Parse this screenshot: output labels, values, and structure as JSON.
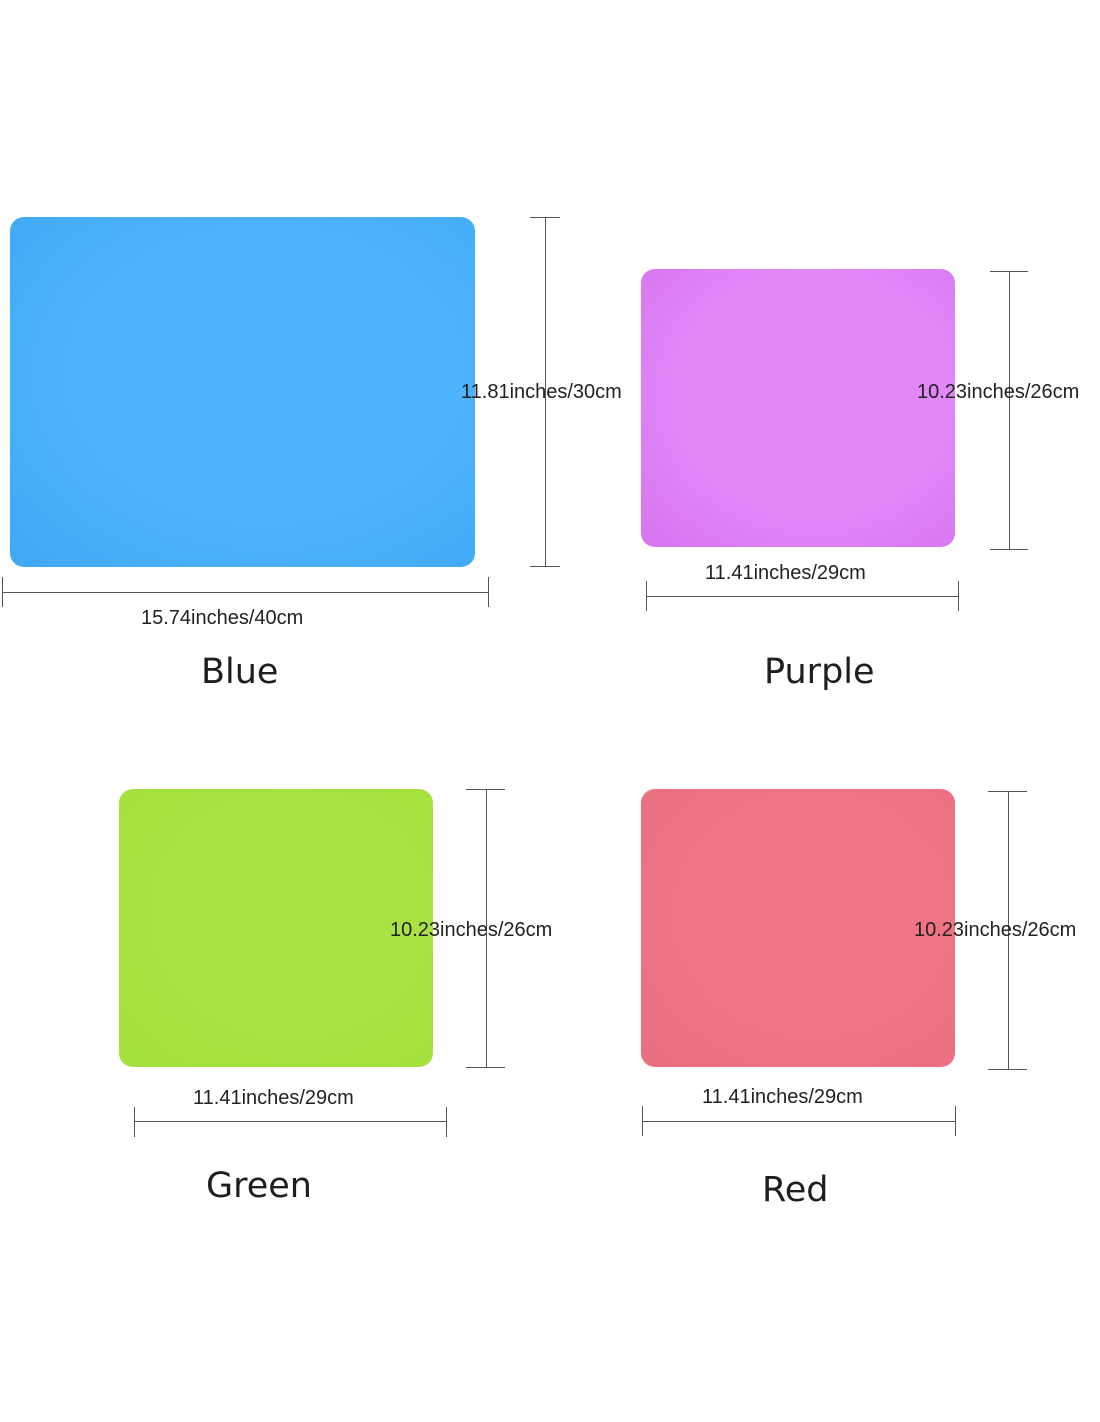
{
  "products": [
    {
      "name": "Blue",
      "color": "#4db3fb",
      "color_edge": "#3fa8f5",
      "width_label": "15.74inches/40cm",
      "height_label": "11.81inches/30cm"
    },
    {
      "name": "Purple",
      "color": "#e287f8",
      "color_edge": "#d574ef",
      "width_label": "11.41inches/29cm",
      "height_label": "10.23inches/26cm"
    },
    {
      "name": "Green",
      "color": "#a9e343",
      "color_edge": "#a3df3d",
      "width_label": "11.41inches/29cm",
      "height_label": "10.23inches/26cm"
    },
    {
      "name": "Red",
      "color": "#ef7584",
      "color_edge": "#e96e7e",
      "width_label": "11.41inches/29cm",
      "height_label": "10.23inches/26cm"
    }
  ]
}
